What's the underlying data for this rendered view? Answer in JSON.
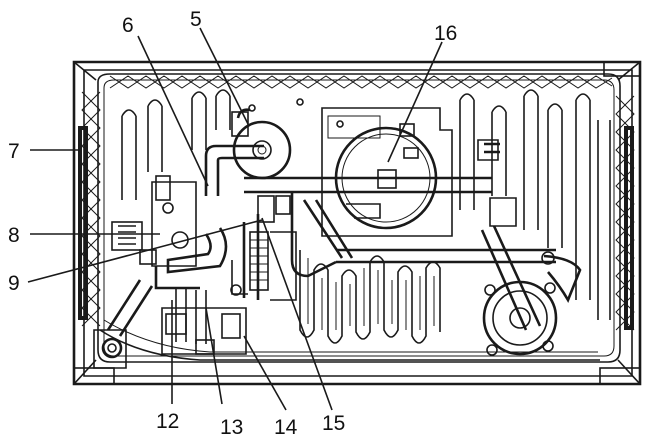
{
  "callouts": [
    {
      "id": "c5",
      "label": "5"
    },
    {
      "id": "c6",
      "label": "6"
    },
    {
      "id": "c16",
      "label": "16"
    },
    {
      "id": "c7",
      "label": "7"
    },
    {
      "id": "c8",
      "label": "8"
    },
    {
      "id": "c9",
      "label": "9"
    },
    {
      "id": "c12",
      "label": "12"
    },
    {
      "id": "c13",
      "label": "13"
    },
    {
      "id": "c14",
      "label": "14"
    },
    {
      "id": "c15",
      "label": "15"
    }
  ]
}
